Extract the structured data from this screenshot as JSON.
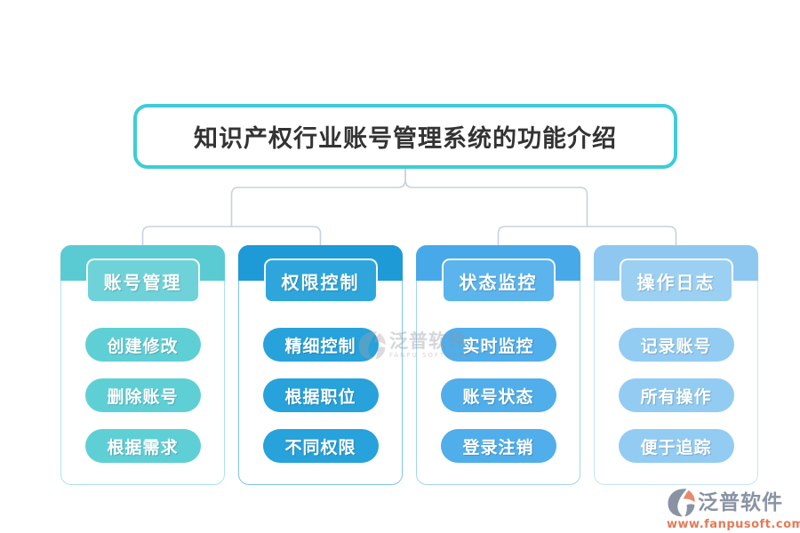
{
  "title": "知识产权行业账号管理系统的功能介绍",
  "columns": [
    {
      "header": "账号管理",
      "items": [
        "创建修改",
        "删除账号",
        "根据需求"
      ],
      "colors": {
        "band": "#5acbd3",
        "header": "#6ed2d8",
        "button": "#5fcfd6",
        "border": "#aee4e8"
      }
    },
    {
      "header": "权限控制",
      "items": [
        "精细控制",
        "根据职位",
        "不同权限"
      ],
      "colors": {
        "band": "#1e9ad6",
        "header": "#2ea6dc",
        "button": "#27a2da",
        "border": "#7ec5ea"
      }
    },
    {
      "header": "状态监控",
      "items": [
        "实时监控",
        "账号状态",
        "登录注销"
      ],
      "colors": {
        "band": "#48a9e8",
        "header": "#5bb4ec",
        "button": "#50aeea",
        "border": "#a3d4f4"
      }
    },
    {
      "header": "操作日志",
      "items": [
        "记录账号",
        "所有操作",
        "便于追踪"
      ],
      "colors": {
        "band": "#8ec8f0",
        "header": "#9bd0f3",
        "button": "#93ccf2",
        "border": "#c8e4f8"
      }
    }
  ],
  "watermark": {
    "name": "泛普软件",
    "subtitle": "FANPU SOFTWARE"
  },
  "brand": {
    "name": "泛普软件",
    "url": "www.fanpusoft.com"
  },
  "colors": {
    "title_border": "#3fccd6",
    "title_text": "#333333",
    "connector": "#c8d0e0",
    "background": "#ffffff",
    "brand_name": "#8a93a4",
    "brand_url": "#e37a57",
    "logo_gray": "#8a93a4",
    "logo_orange": "#e8896a"
  }
}
